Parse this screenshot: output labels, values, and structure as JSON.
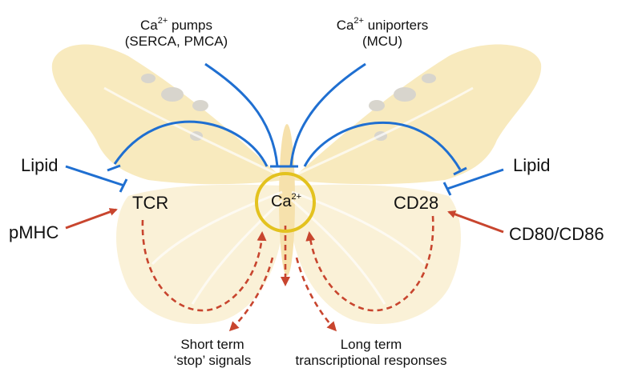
{
  "top_labels": {
    "pumps": {
      "ion": "Ca",
      "charge": "2+",
      "name": "pumps",
      "examples": "(SERCA, PMCA)"
    },
    "uniporters": {
      "ion": "Ca",
      "charge": "2+",
      "name": "uniporters",
      "examples": "(MCU)"
    }
  },
  "center": {
    "ion": "Ca",
    "charge": "2+"
  },
  "receptors": {
    "left": "TCR",
    "right": "CD28"
  },
  "inputs": {
    "lipid_left": "Lipid",
    "lipid_right": "Lipid",
    "ligand_left": "pMHC",
    "ligand_right": "CD80/CD86"
  },
  "outputs": {
    "short_term": [
      "Short term",
      "‘stop’ signals"
    ],
    "long_term": [
      "Long term",
      "transcriptional responses"
    ]
  },
  "colors": {
    "inhibit_blue": "#1f6fd1",
    "activate_red": "#c8452e",
    "calcium_ring": "#e3c21f",
    "wing_fill": "#f6e3a6",
    "wing_vein": "#e8cf8a",
    "wing_spot": "#c9c3b4"
  }
}
